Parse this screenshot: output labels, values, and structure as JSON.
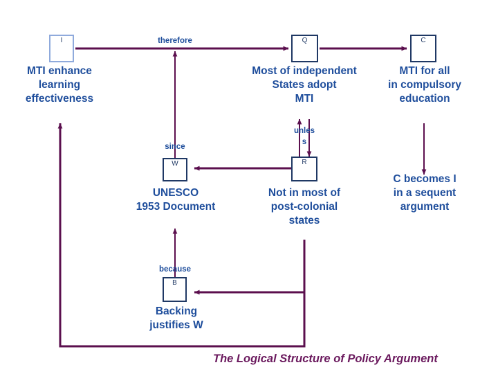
{
  "diagram": {
    "title": "The Logical Structure of Policy Argument",
    "accent_line_color": "#5B0F4E",
    "box_border_color": "#1F3864",
    "box_border_light_color": "#8FAADC",
    "node_text_color": "#1F4E9C",
    "title_color": "#6B1A5E",
    "background_color": "#FFFFFF"
  },
  "nodes": [
    {
      "id": "I",
      "letter": "I",
      "text": "MTI enhance\nlearning\neffectiveness"
    },
    {
      "id": "Q",
      "letter": "Q",
      "text": "Most of independent\nStates adopt\nMTI"
    },
    {
      "id": "C",
      "letter": "C",
      "text": "MTI for all\nin compulsory\neducation"
    },
    {
      "id": "W",
      "letter": "W",
      "text": "UNESCO\n1953 Document"
    },
    {
      "id": "R",
      "letter": "R",
      "text": "Not in most of\npost-colonial\nstates"
    },
    {
      "id": "B",
      "letter": "B",
      "text": "Backing\njustifies W"
    },
    {
      "id": "sequent",
      "letter": "",
      "text": "C becomes I\nin a sequent\nargument"
    }
  ],
  "edge_labels": [
    {
      "id": "therefore",
      "text": "therefore"
    },
    {
      "id": "since",
      "text": "since"
    },
    {
      "id": "unless_line1",
      "text": "unles"
    },
    {
      "id": "unless_line2",
      "text": "s"
    },
    {
      "id": "because",
      "text": "because"
    }
  ]
}
